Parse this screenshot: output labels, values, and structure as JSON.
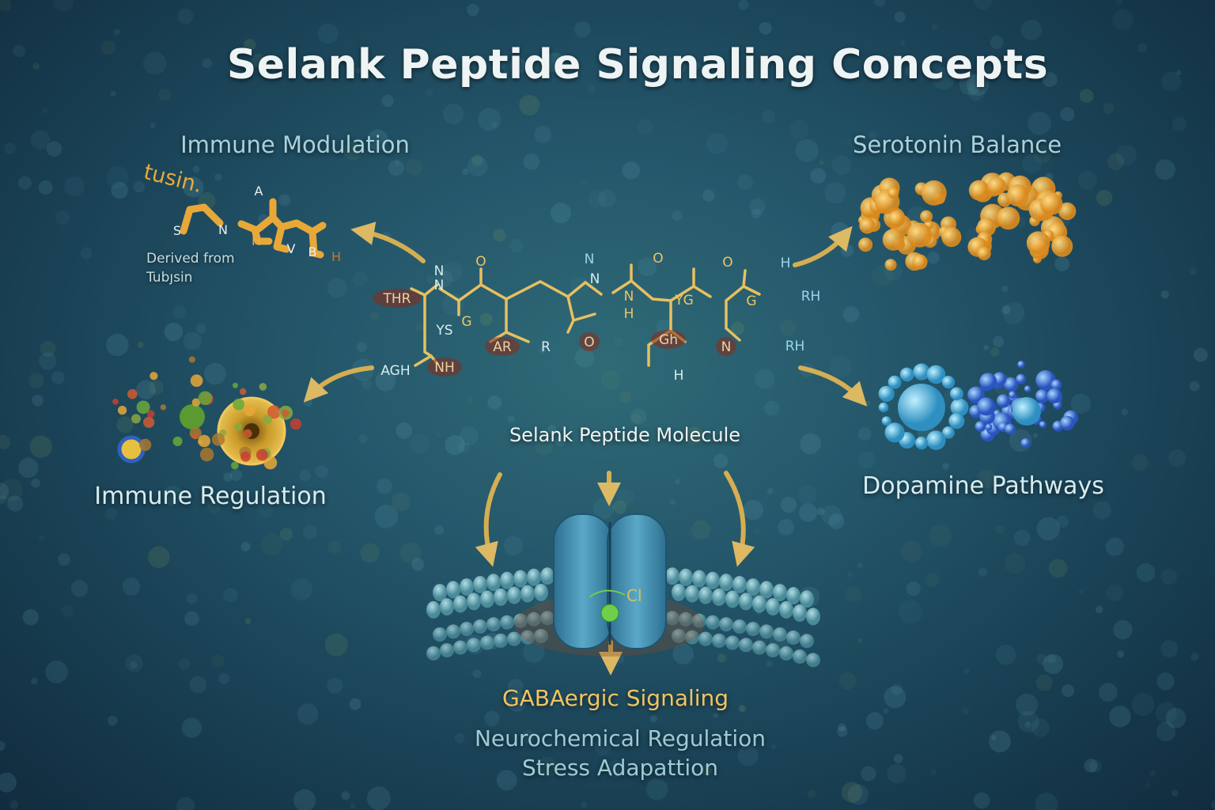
{
  "title": "Selank Peptide Signaling Concepts",
  "sections": {
    "immune_modulation": "Immune Modulation",
    "derived_from": [
      "Derived from",
      "Tubȷsin"
    ],
    "tuftsin_fragment": "tusin.",
    "immune_regulation": "Immune Regulation",
    "serotonin_balance": "Serotonin Balance",
    "dopamine_pathways": "Dopamine Pathways",
    "molecule_label": "Selank Peptide Molecule",
    "gaba_label": "GABAergic Signaling",
    "outcomes": [
      "Neurochemical Regulation",
      "Stress Adapattion"
    ],
    "ion_label": "Cl"
  },
  "molecule_atoms": [
    "THR",
    "N",
    "N",
    "O",
    "G",
    "YS",
    "AGH",
    "NH",
    "AR",
    "R",
    "N",
    "N",
    "N",
    "H",
    "O",
    "O",
    "YG",
    "O",
    "G",
    "Gh",
    "N",
    "H",
    "H",
    "RH",
    "RH"
  ],
  "tuftsin_atoms": [
    "S",
    "N",
    "A",
    "H",
    "V",
    "B",
    "H"
  ],
  "colors": {
    "accent_gold": "#f0c462",
    "label_teal": "#a8d2dc",
    "serotonin": "#f2a838",
    "dopamine": "#3a74d8",
    "dopamine_light": "#5ab8e0",
    "channel": "#3f8fb0",
    "membrane": "#7ab8c4"
  }
}
